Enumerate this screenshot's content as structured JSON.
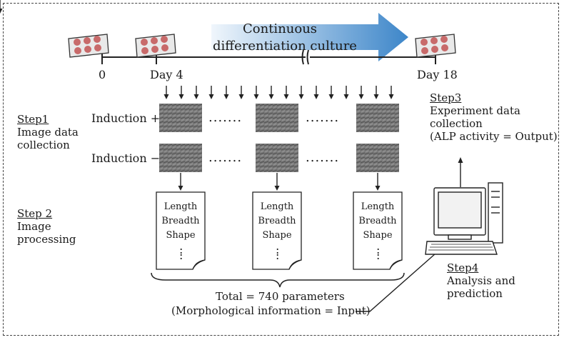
{
  "timeline": {
    "arrow_label_line1": "Continuous",
    "arrow_label_line2": "differentiation culture",
    "tick_0": "0",
    "tick_day4": "Day 4",
    "tick_day18": "Day 18"
  },
  "steps": {
    "step1_title": "Step1",
    "step1_line1": "Image data",
    "step1_line2": "collection",
    "step2_title": "Step 2",
    "step2_line1": "Image",
    "step2_line2": "processing",
    "step3_title": "Step3",
    "step3_line1": "Experiment data",
    "step3_line2": "collection",
    "step3_line3": "(ALP activity = Output)",
    "step4_title": "Step4",
    "step4_line1": "Analysis and",
    "step4_line2": "prediction"
  },
  "rows": {
    "induction_plus": "Induction +",
    "induction_minus": "Induction −",
    "dots": "......."
  },
  "parameters": {
    "length": "Length",
    "breadth": "Breadth",
    "shape": "Shape",
    "ellipsis": ":"
  },
  "summary": {
    "total": "Total = 740 parameters",
    "morph": "(Morphological information = Input)"
  },
  "colors": {
    "arrow_light": "#dbe9f6",
    "arrow_dark": "#3d86c9",
    "cell_image": "#6e6e6e",
    "plate_dots": "#c86a6a"
  }
}
